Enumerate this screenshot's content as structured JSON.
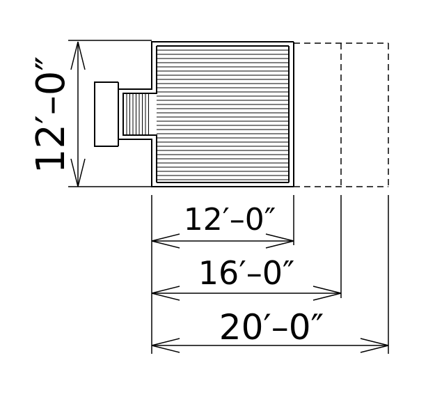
{
  "dimensions": {
    "height": "12′–0″",
    "width_base": "12′–0″",
    "width_mid": "16′–0″",
    "width_full": "20′–0″"
  },
  "colors": {
    "line": "#000000",
    "background": "#ffffff"
  }
}
